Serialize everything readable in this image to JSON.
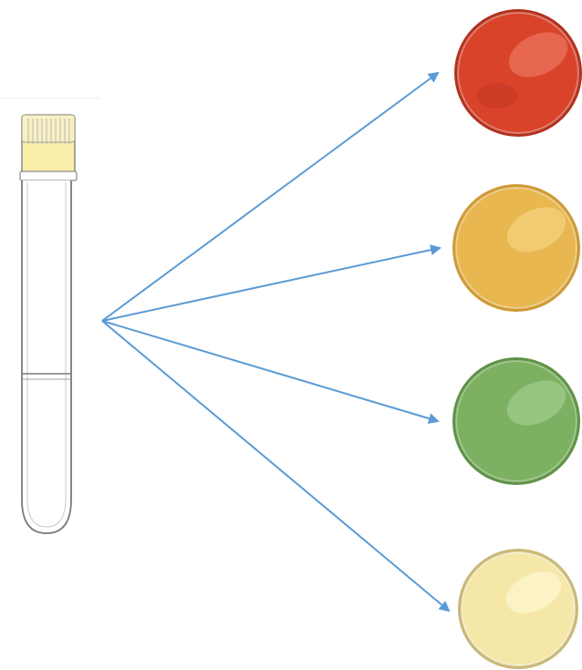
{
  "diagram": {
    "arrow_color": "#5b9bd5",
    "tube": {
      "cap_color": "#fbeea8",
      "outline_color": "#7a7a7a"
    },
    "plates": [
      {
        "name": "red-plate",
        "color": "#d9432a",
        "highlight": "#f0836d",
        "rim": "#b3321d"
      },
      {
        "name": "orange-plate",
        "color": "#e8b74f",
        "highlight": "#f6d98a",
        "rim": "#cf9a35"
      },
      {
        "name": "green-plate",
        "color": "#7db162",
        "highlight": "#aed39a",
        "rim": "#5f9347"
      },
      {
        "name": "yellow-plate",
        "color": "#f5e7a8",
        "highlight": "#fdf6d2",
        "rim": "#c9b977"
      }
    ]
  }
}
